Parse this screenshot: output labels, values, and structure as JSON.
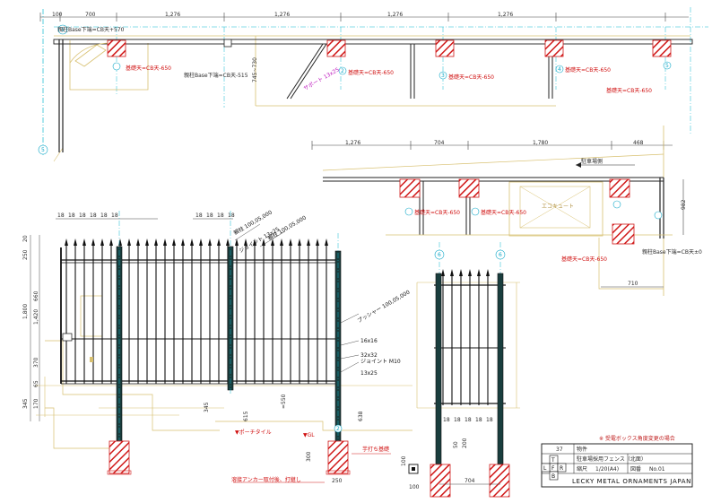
{
  "top_plan": {
    "dims": [
      "100",
      "700",
      "1,276",
      "1,276",
      "1,276",
      "1,276"
    ],
    "post_labels": [
      "2",
      "3",
      "4",
      "5"
    ],
    "notes": {
      "base_left": "親柱Base下端=CB天+570",
      "base_mid": "親柱Base下端=CB天-515",
      "kiso_1": "基礎天=CB天-650",
      "kiso_2": "基礎天=CB天-650",
      "kiso_3": "基礎天=CB天-650",
      "kiso_4": "基礎天=CB天-650",
      "support": "サポート 13x25",
      "left_vdim": "745~730",
      "circle_a": "1",
      "circle_b": "5"
    }
  },
  "mid_plan": {
    "dims": [
      "1,276",
      "704",
      "1,780",
      "468"
    ],
    "side_dim": "982",
    "bottom_dim": "710",
    "labels": {
      "arrow_label": "駐車場側",
      "box_label": "エコキュート",
      "kiso_a": "基礎天=CB天-650",
      "kiso_b": "基礎天=CB天-650",
      "kiso_c": "基礎天=CB天-650",
      "base_right": "親柱Base下端=CB天±0"
    }
  },
  "elevation": {
    "top_dims": [
      "18",
      "18",
      "18",
      "18",
      "18",
      "18",
      "18",
      "18",
      "18",
      "18"
    ],
    "left_dims": [
      "20",
      "250",
      "660",
      "1,800",
      "1,420",
      "370",
      "65",
      "345",
      "170"
    ],
    "labels": {
      "post_top": "親柱 100,05,000",
      "rail": "親柱 100,05,000",
      "diagonal": "ジョイント 13x25",
      "side_post": "プッシャー 100,05,000",
      "flat": "16x16",
      "bar1": "32x32",
      "bar2": "ジョイント M10",
      "bar3": "13x25",
      "floor": "▼ポーチタイル",
      "floor_dim": "=550",
      "floor2": "▼GL",
      "dim615": "615",
      "dim345": "345",
      "dim638": "638",
      "post_circle": "2",
      "anchor": "溶接アンカー取付後、打継し",
      "base_label": "芋打ち基礎",
      "base_w": "250",
      "base_h": "300"
    }
  },
  "detail": {
    "circle": "6",
    "dims": [
      "18",
      "18",
      "18",
      "18",
      "18"
    ],
    "bottom_dim": "704",
    "side_dim": "100",
    "base_dim": "100",
    "vdim1": "50",
    "vdim2": "200"
  },
  "title_block": {
    "note": "※ 受電ボックス角度変更の場合",
    "project_label": "物件",
    "project_value": "駐車場採用フェンス（北面）",
    "scale_label": "縮尺",
    "scale_value": "1/20(A4)",
    "num_label": "図番",
    "num_value": "No.01",
    "date_value": "37",
    "tfr": [
      "T",
      "L",
      "F",
      "R",
      "B"
    ],
    "company": "LECKY METAL ORNAMENTS JAPAN"
  }
}
